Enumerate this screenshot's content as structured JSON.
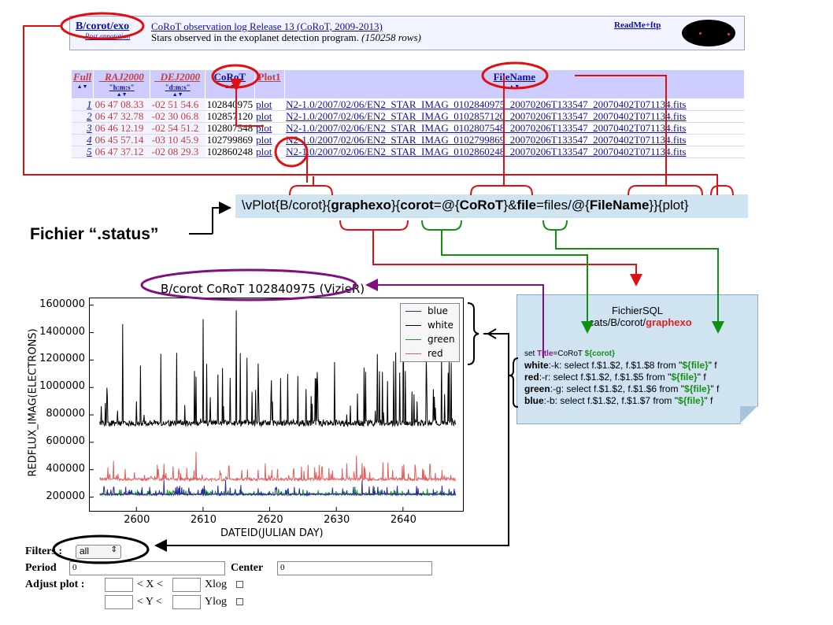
{
  "header": {
    "catalog": "B/corot/exo",
    "title": "CoRoT observation log Release 13 (CoRoT, 2009-2013)",
    "doc_link": "Post annotation",
    "description": "Stars observed in the exoplanet detection program.",
    "rows": "(150258 rows)",
    "readme": "ReadMe+ftp"
  },
  "table": {
    "columns": [
      {
        "label": "Full",
        "unit": ""
      },
      {
        "label": "_RAJ2000",
        "unit": "\"h:m:s\""
      },
      {
        "label": "_DEJ2000",
        "unit": "\"d:m:s\""
      },
      {
        "label": "CoRoT",
        "unit": ""
      },
      {
        "label": "Plot1",
        "unit": ""
      },
      {
        "label": "FileName",
        "unit": ""
      }
    ],
    "rows": [
      {
        "n": "1",
        "ra": "06 47 08.33",
        "de": "-02 51 54.6",
        "corot": "102840975",
        "plot": "plot",
        "file": "N2-1.0/2007/02/06/EN2_STAR_IMAG_0102840975_20070206T133547_20070402T071134.fits"
      },
      {
        "n": "2",
        "ra": "06 47 32.78",
        "de": "-02 30 06.8",
        "corot": "102857120",
        "plot": "plot",
        "file": "N2-1.0/2007/02/06/EN2_STAR_IMAG_0102857120_20070206T133547_20070402T071134.fits"
      },
      {
        "n": "3",
        "ra": "06 46 12.19",
        "de": "-02 54 51.2",
        "corot": "102807548",
        "plot": "plot",
        "file": "N2-1.0/2007/02/06/EN2_STAR_IMAG_0102807548_20070206T133547_20070402T071134.fits"
      },
      {
        "n": "4",
        "ra": "06 45 57.14",
        "de": "-03 10 45.9",
        "corot": "102799869",
        "plot": "plot",
        "file": "N2-1.0/2007/02/06/EN2_STAR_IMAG_0102799869_20070206T133547_20070402T071134.fits"
      },
      {
        "n": "5",
        "ra": "06 47 37.12",
        "de": "-02 08 29.3",
        "corot": "102860248",
        "plot": "plot",
        "file": "N2-1.0/2007/02/06/EN2_STAR_IMAG_0102860248_20070206T133547_20070402T071134.fits"
      }
    ]
  },
  "status": {
    "p1": "\\vPlot{B/corot}{",
    "p2": "graphexo",
    "p3": "}{",
    "p4": "corot",
    "p5": "=@{",
    "p6": "CoRoT",
    "p7": "}&",
    "p8": "file",
    "p9": "=files/@{",
    "p10": "FileName",
    "p11": "}}{plot}"
  },
  "fichier_label": "Fichier “.status”",
  "sql": {
    "title": "FichierSQL",
    "path_prefix": "~cats/B/corot/",
    "path_name": "graphexo",
    "set_kw": "set",
    "title_kw": "Title",
    "title_val": "=CoRoT",
    "title_var": "${corot}",
    "lines": [
      {
        "name": "white",
        "rest": ":-k: select f.$1.$2, f.$1.$8 from \"",
        "var": "${file}",
        "end": "\" f"
      },
      {
        "name": "red",
        "rest": ":-r: select f.$1.$2, f.$1.$5 from \"",
        "var": "${file}",
        "end": "\" f"
      },
      {
        "name": "green",
        "rest": ":-g: select f.$1.$2, f.$1.$6 from \"",
        "var": "${file}",
        "end": "\" f"
      },
      {
        "name": "blue",
        "rest": ":-b:  select f.$1.$2, f.$1.$7 from \"",
        "var": "${file}",
        "end": "\" f"
      }
    ]
  },
  "chart_data": {
    "type": "line",
    "title": "B/corot CoRoT 102840975 (VizieR)",
    "xlabel": "DATEID(JULIAN DAY)",
    "ylabel": "REDFLUX_IMAG(ELECTRONS)",
    "xlim": [
      2593,
      2649
    ],
    "ylim": [
      100000,
      1650000
    ],
    "xticks": [
      2600,
      2610,
      2620,
      2630,
      2640
    ],
    "xtick_labels": [
      "2600",
      "2610",
      "2620",
      "2630",
      "2640"
    ],
    "yticks": [
      200000,
      400000,
      600000,
      800000,
      1000000,
      1200000,
      1400000,
      1600000
    ],
    "ytick_labels": [
      "200000",
      "400000",
      "600000",
      "800000",
      "1000000",
      "1200000",
      "1400000",
      "1600000"
    ],
    "legend_position": "top-right",
    "series": [
      {
        "name": "blue",
        "color": "#2a2aa0",
        "baseline": 220000,
        "spike_max": 330000
      },
      {
        "name": "white",
        "color": "#000000",
        "baseline": 740000,
        "spike_max": 1620000
      },
      {
        "name": "green",
        "color": "#1a9a1a",
        "baseline": 222000,
        "spike_max": 280000
      },
      {
        "name": "red",
        "color": "#e06060",
        "baseline": 330000,
        "spike_max": 540000
      }
    ]
  },
  "form": {
    "filters_label": "Filters :",
    "filters_value": "all",
    "period_label": "Period",
    "period_value": "0",
    "center_label": "Center",
    "center_value": "0",
    "adjust_label": "Adjust plot :",
    "x_label": "< X <",
    "y_label": "< Y <",
    "xlog_label": "Xlog",
    "ylog_label": "Ylog"
  }
}
